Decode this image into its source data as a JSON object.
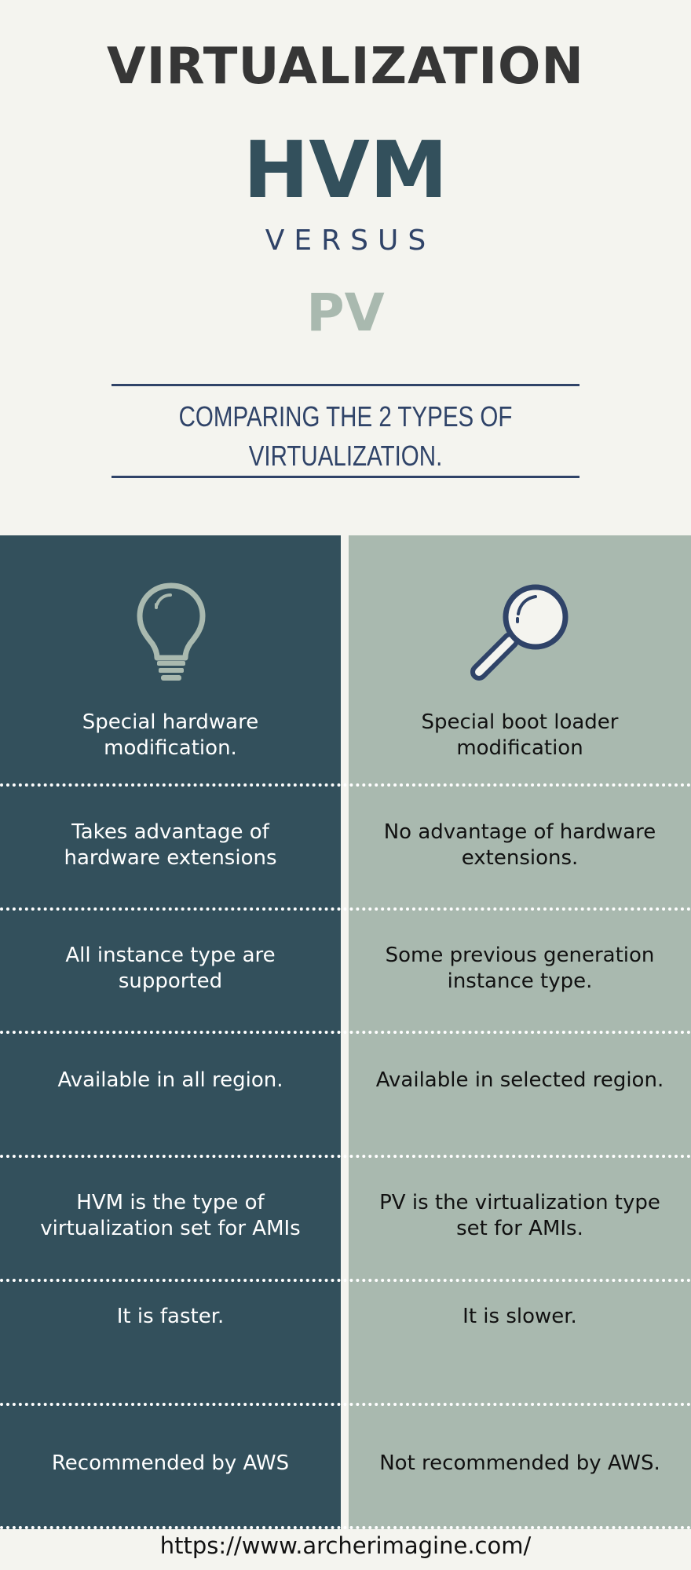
{
  "header": {
    "title": "VIRTUALIZATION",
    "left_term": "HVM",
    "versus": "VERSUS",
    "right_term": "PV",
    "subtitle_line1": "COMPARING THE 2 TYPES OF",
    "subtitle_line2": "VIRTUALIZATION."
  },
  "left_column": {
    "icon": "lightbulb-icon",
    "color": "#33505c",
    "items": [
      "Special hardware modification.",
      "Takes advantage of hardware extensions",
      "All instance type are supported",
      "Available in all region.",
      "HVM is the type of virtualization set for AMIs",
      "It is faster.",
      "Recommended by AWS"
    ]
  },
  "right_column": {
    "icon": "magnifier-icon",
    "color": "#a9b9af",
    "items": [
      "Special boot loader modification",
      "No advantage of hardware extensions.",
      "Some previous generation instance type.",
      "Available in selected region.",
      "PV is the virtualization type set for AMIs.",
      "It is slower.",
      "Not recommended by AWS."
    ]
  },
  "footer": {
    "url": "https://www.archerimagine.com/"
  }
}
